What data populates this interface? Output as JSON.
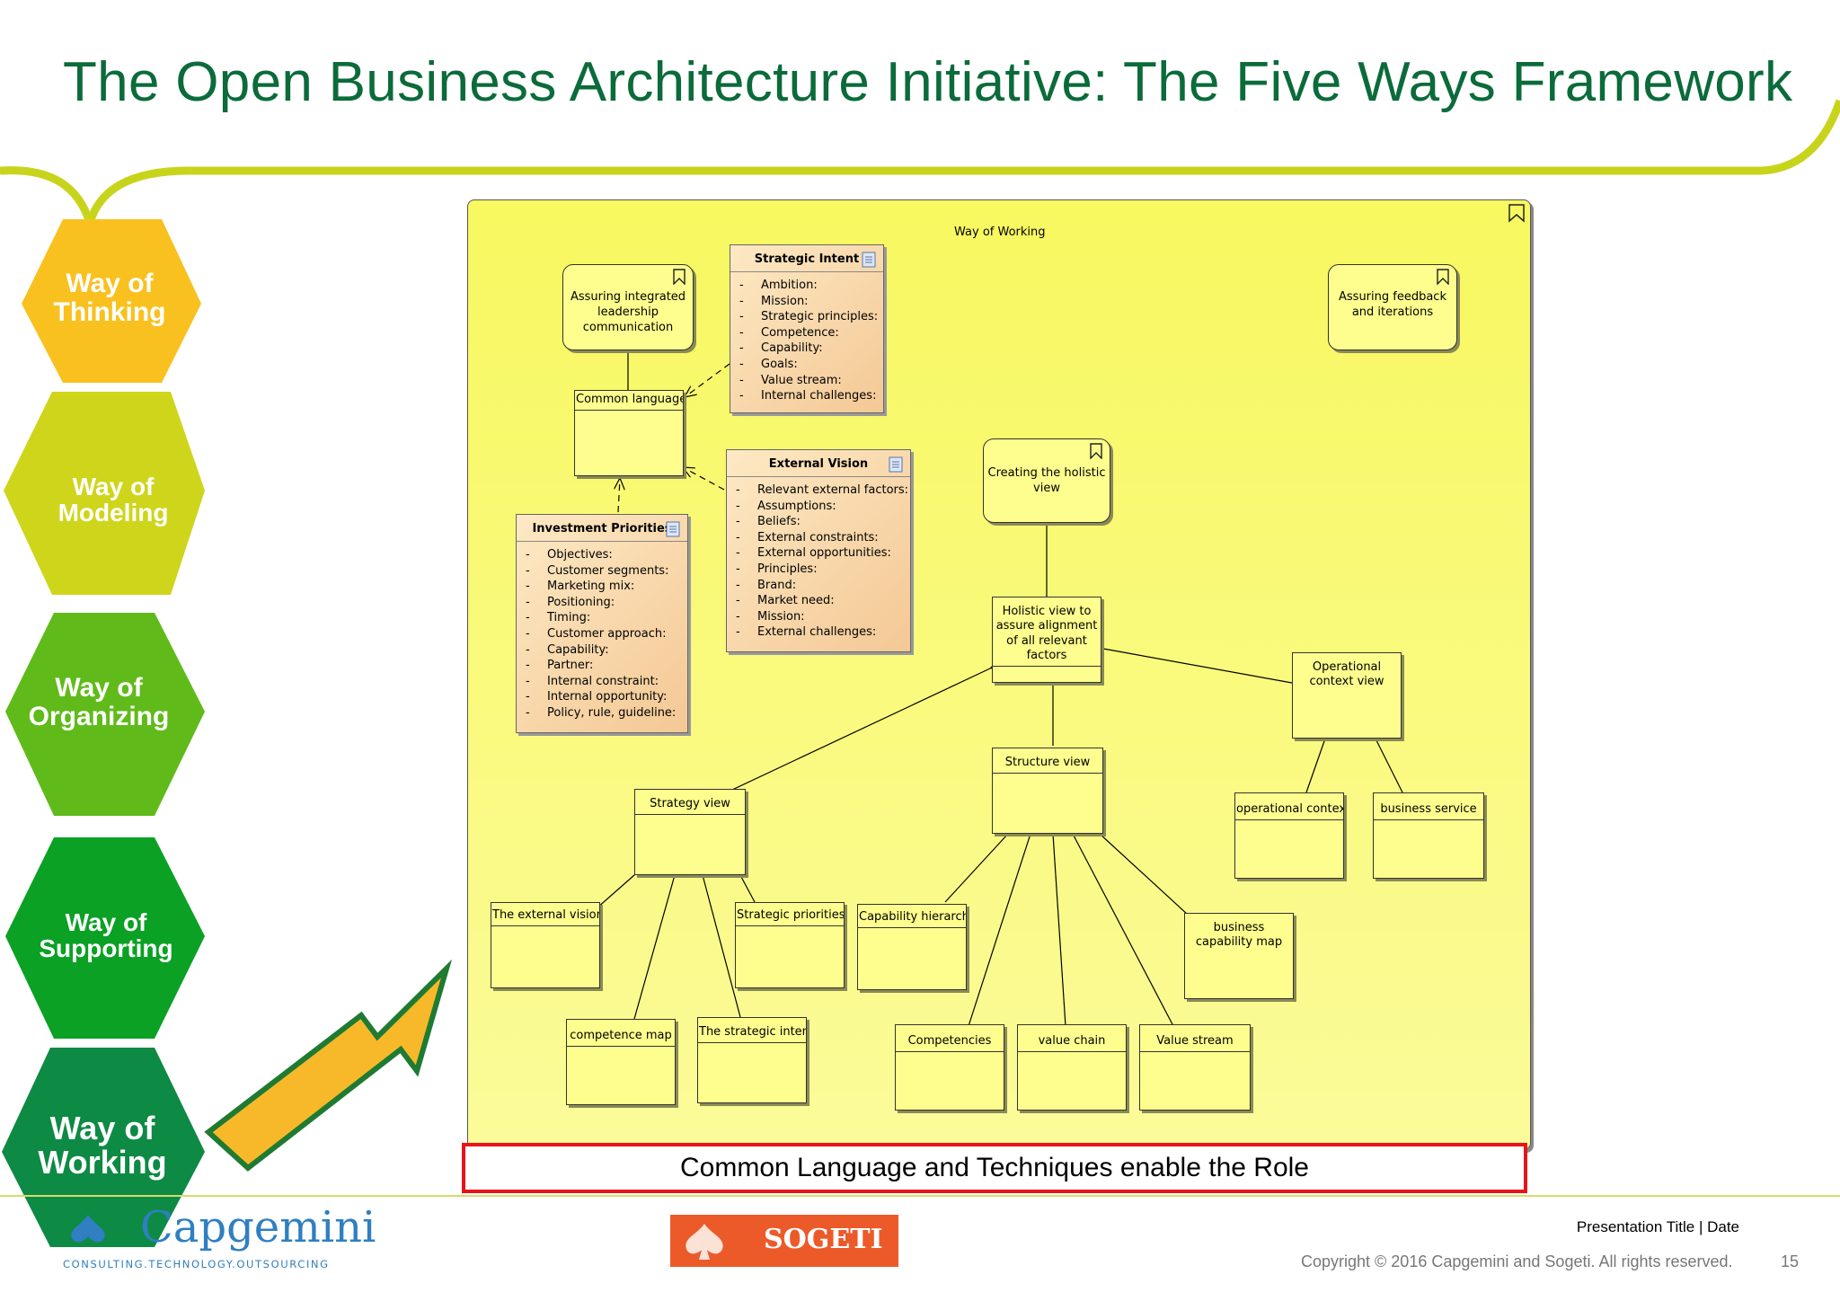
{
  "slide": {
    "title": "The Open Business Architecture Initiative: The Five Ways Framework",
    "caption": "Common  Language and  Techniques enable the Role",
    "footer_title": "Presentation Title | Date",
    "copyright": "Copyright © 2016 Capgemini and Sogeti. All rights reserved.",
    "page_number": "15"
  },
  "ways": [
    {
      "line1": "Way of",
      "line2": "Thinking",
      "color": "#f9c11f"
    },
    {
      "line1": "Way of",
      "line2": "Modeling",
      "color": "#cfd51b"
    },
    {
      "line1": "Way of",
      "line2": "Organizing",
      "color": "#60bb1a"
    },
    {
      "line1": "Way of",
      "line2": "Supporting",
      "color": "#0aa124"
    },
    {
      "line1": "Way of",
      "line2": "Working",
      "color": "#0d8a44"
    }
  ],
  "diagram": {
    "frame_label": "Way of Working",
    "boxes": {
      "common_language": "Common language",
      "holistic_view": "Holistic view to assure alignment of all relevant factors",
      "operational_context_view": "Operational context view",
      "structure_view": "Structure view",
      "strategy_view": "Strategy view",
      "operational_context": "operational context",
      "business_service": "business service",
      "external_vision": "The external vision",
      "strategic_priorities": "Strategic priorities",
      "capability_hierarchy": "Capability hierarchy",
      "business_capability_map": "business capability map",
      "competence_map": "competence map",
      "strategic_intent": "The strategic intent",
      "competencies": "Competencies",
      "value_chain": "value chain",
      "value_stream": "Value stream"
    },
    "goals": {
      "integrated_communication": "Assuring integrated leadership communication",
      "feedback_iterations": "Assuring feedback and iterations",
      "holistic_view": "Creating the holistic view"
    },
    "notes": {
      "strategic_intent": {
        "title": "Strategic Intent",
        "items": [
          "Ambition:",
          "Mission:",
          "Strategic principles:",
          "Competence:",
          "Capability:",
          "Goals:",
          "Value stream:",
          "Internal challenges:"
        ]
      },
      "external_vision": {
        "title": "External Vision",
        "items": [
          "Relevant external factors:",
          "Assumptions:",
          "Beliefs:",
          "External constraints:",
          "External opportunities:",
          "Principles:",
          "Brand:",
          "Market need:",
          "Mission:",
          "External challenges:"
        ]
      },
      "investment_priorities": {
        "title": "Investment Priorities",
        "items": [
          "Objectives:",
          "Customer segments:",
          "Marketing mix:",
          "Positioning:",
          "Timing:",
          "Customer approach:",
          "Capability:",
          "Partner:",
          "Internal constraint:",
          "Internal opportunity:",
          "Policy, rule, guideline:"
        ]
      }
    }
  },
  "logos": {
    "capgemini": {
      "name": "Capgemini",
      "tagline": "CONSULTING.TECHNOLOGY.OUTSOURCING"
    },
    "sogeti": {
      "name": "SOGETI"
    }
  }
}
